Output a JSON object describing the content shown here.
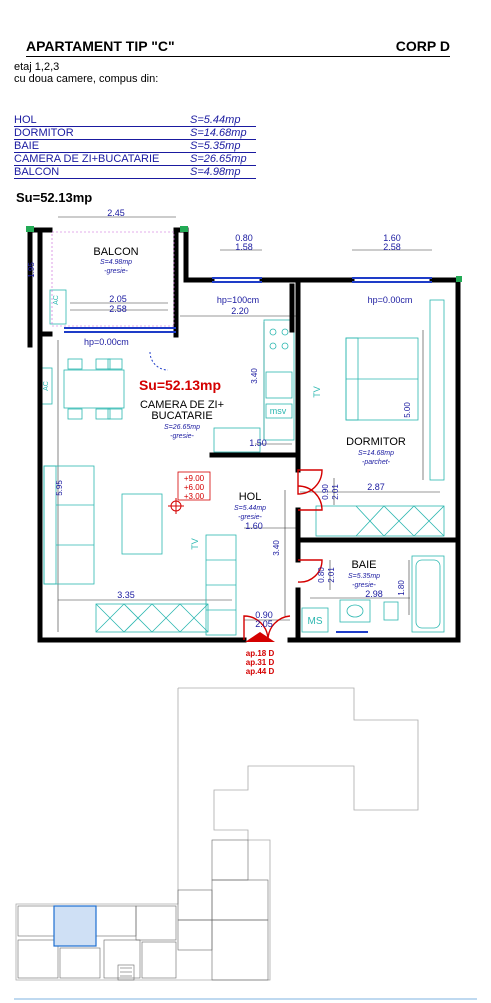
{
  "header": {
    "title": "APARTAMENT TIP \"C\"",
    "corp": "CORP D"
  },
  "floors": "etaj 1,2,3",
  "description": "cu doua camere, compus din:",
  "rooms": [
    {
      "name": "HOL",
      "area": "S=5.44mp"
    },
    {
      "name": "DORMITOR",
      "area": "S=14.68mp"
    },
    {
      "name": "BAIE",
      "area": "S=5.35mp"
    },
    {
      "name": "CAMERA DE ZI+BUCATARIE",
      "area": "S=26.65mp"
    },
    {
      "name": "BALCON",
      "area": "S=4.98mp"
    }
  ],
  "total_area": "Su=52.13mp",
  "plan": {
    "su_red": "Su=52.13mp",
    "balcon": {
      "name": "BALCON",
      "area": "S=4.98mp",
      "finish": "-gresie-"
    },
    "living": {
      "name1": "CAMERA DE ZI+",
      "name2": "BUCATARIE",
      "area": "S=26.65mp",
      "finish": "-gresie-"
    },
    "dormitor": {
      "name": "DORMITOR",
      "area": "S=14.68mp",
      "finish": "-parchet-"
    },
    "hol": {
      "name": "HOL",
      "area": "S=5.44mp",
      "finish": "-gresie-"
    },
    "baie": {
      "name": "BAIE",
      "area": "S=5.35mp",
      "finish": "-gresie-"
    },
    "dims": {
      "d245": "2.45",
      "d195": "1.95",
      "d205": "2.05",
      "d258a": "2.58",
      "d080a": "0.80",
      "d158": "1.58",
      "d160a": "1.60",
      "d258b": "2.58",
      "d220": "2.20",
      "d340a": "3.40",
      "d150": "1.50",
      "d595": "5.95",
      "d500": "5.00",
      "d287": "2.87",
      "d090a": "0.90",
      "d201a": "2.01",
      "d160b": "1.60",
      "d340b": "3.40",
      "d080b": "0.80",
      "d201b": "2.01",
      "d298": "2.98",
      "d180": "1.80",
      "d335": "3.35",
      "d090b": "0.90",
      "d205b": "2.05"
    },
    "hp": {
      "balcon": "hp=0.00cm",
      "kitchen": "hp=100cm",
      "dorm": "hp=0.00cm"
    },
    "labels": {
      "ac1": "AC",
      "ac2": "AC",
      "msv": "msv",
      "tv1": "TV",
      "tv2": "TV",
      "ms": "MS"
    },
    "levels": [
      "+9.00",
      "+6.00",
      "+3.00"
    ],
    "apartments": [
      "ap.18 D",
      "ap.31 D",
      "ap.44 D"
    ]
  }
}
